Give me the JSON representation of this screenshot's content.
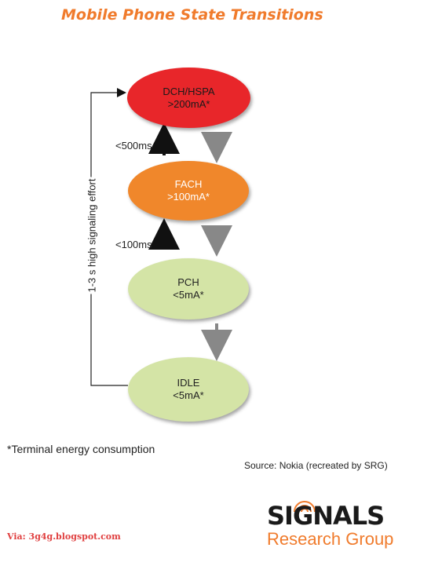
{
  "title": "Mobile Phone State Transitions",
  "states": [
    {
      "id": "dch",
      "name": "DCH/HSPA",
      "power": ">200mA*",
      "color": "#e8262a"
    },
    {
      "id": "fach",
      "name": "FACH",
      "power": ">100mA*",
      "color": "#f0872b"
    },
    {
      "id": "pch",
      "name": "PCH",
      "power": "<5mA*",
      "color": "#d4e4a6"
    },
    {
      "id": "idle",
      "name": "IDLE",
      "power": "<5mA*",
      "color": "#d4e4a6"
    }
  ],
  "transition_labels": {
    "fach_to_dch": "<500ms",
    "pch_to_fach": "<100ms",
    "idle_to_dch": "1-3 s high signaling effort"
  },
  "footnote": "*Terminal energy consumption",
  "source": "Source: Nokia (recreated by SRG)",
  "via": "Via: 3g4g.blogspot.com",
  "brand": {
    "top": "SIGNALS",
    "bottom": "Research Group",
    "accent": "#f07b2c"
  }
}
